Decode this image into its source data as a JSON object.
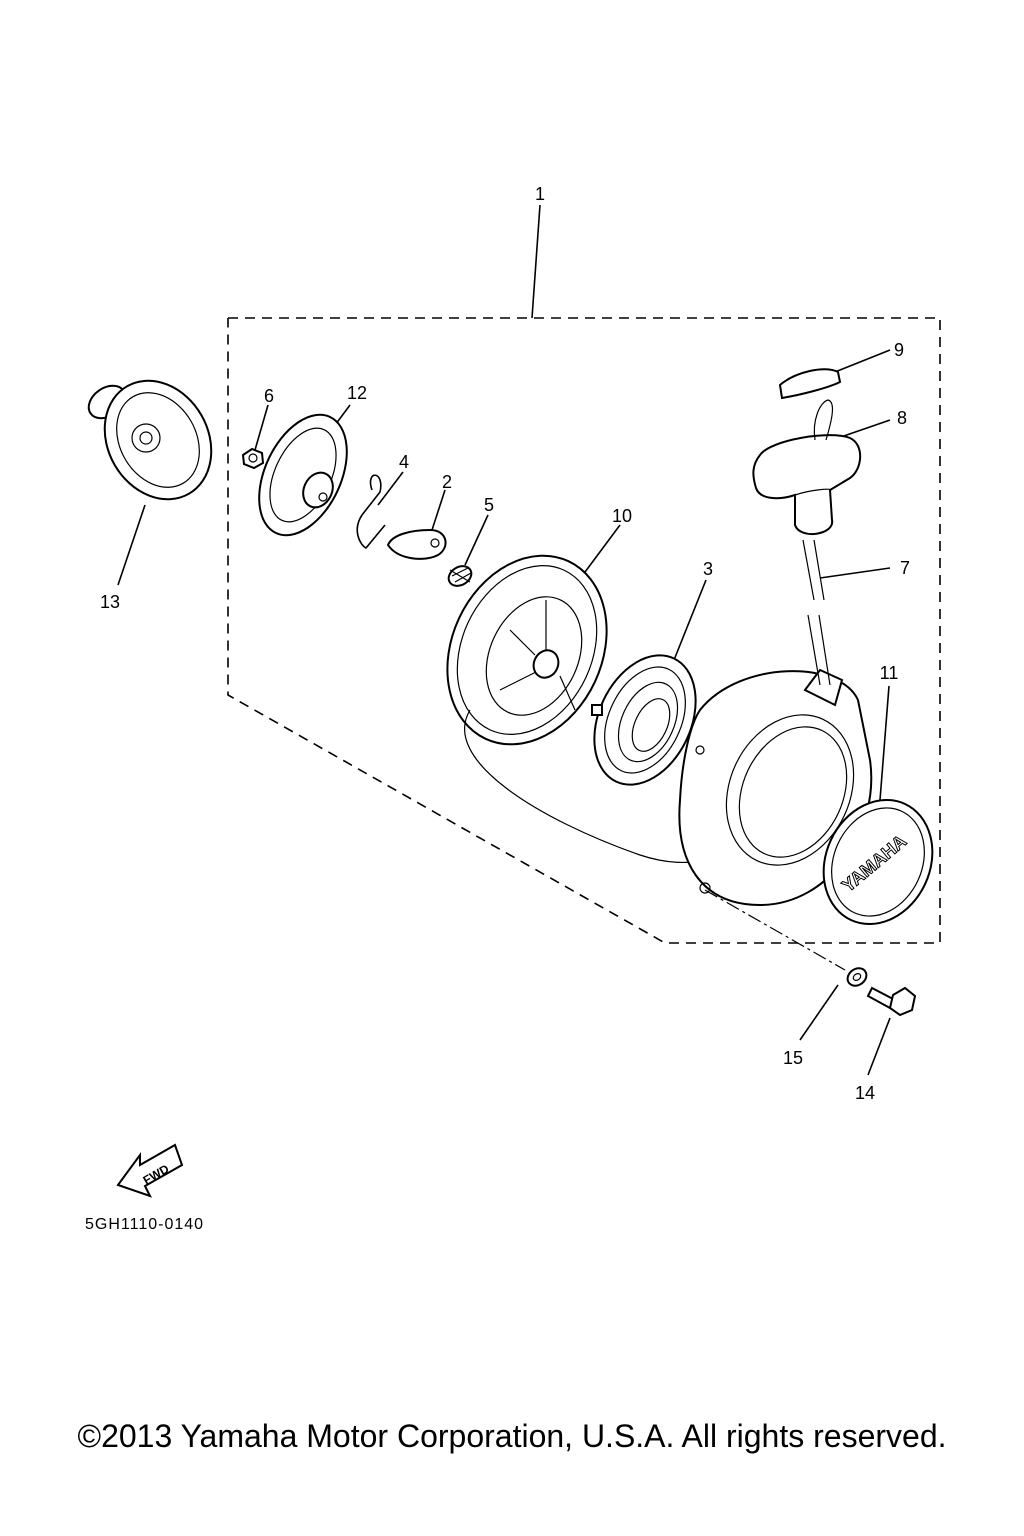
{
  "callouts": {
    "p1": "1",
    "p2": "2",
    "p3": "3",
    "p4": "4",
    "p5": "5",
    "p6": "6",
    "p7": "7",
    "p8": "8",
    "p9": "9",
    "p10": "10",
    "p11": "11",
    "p12": "12",
    "p13": "13",
    "p14": "14",
    "p15": "15"
  },
  "fwd_label": "FWD",
  "cover_logo": "YAMAHA",
  "drawing_code": "5GH1110-0140",
  "copyright": "©2013 Yamaha Motor Corporation, U.S.A. All rights reserved."
}
